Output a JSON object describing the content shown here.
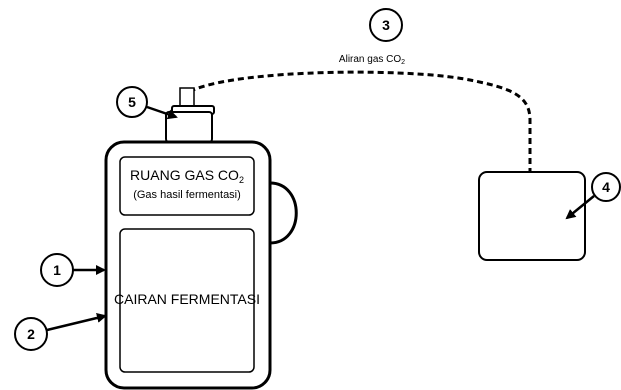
{
  "diagram": {
    "gas_chamber": {
      "title_main": "RUANG GAS CO",
      "title_sub": "2",
      "subtitle": "(Gas hasil fermentasi)"
    },
    "liquid": {
      "label": "CAIRAN FERMENTASI"
    },
    "flow": {
      "label_main": "Aliran gas CO",
      "label_sub": "2"
    },
    "callouts": [
      "1",
      "2",
      "3",
      "4",
      "5"
    ]
  }
}
